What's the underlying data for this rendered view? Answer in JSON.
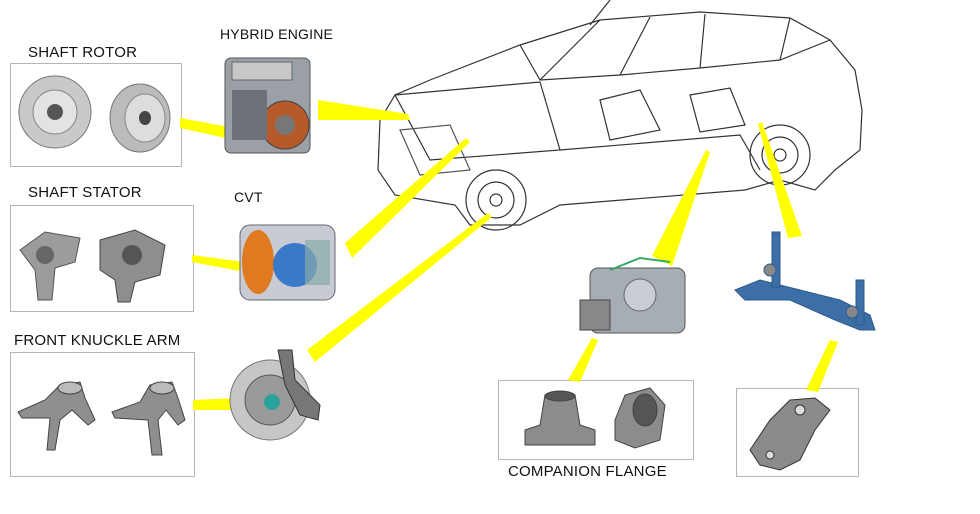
{
  "labels": {
    "shaft_rotor": "SHAFT ROTOR",
    "hybrid_engine": "HYBRID ENGINE",
    "shaft_stator": "SHAFT STATOR",
    "cvt": "CVT",
    "front_knuckle_arm": "FRONT KNUCKLE ARM",
    "companion_flange": "COMPANION FLANGE"
  },
  "colors": {
    "callout": "#ffff00",
    "box_border": "#b5b5b5",
    "part_metal": "#9a9a9a",
    "cvt_orange": "#e07a20",
    "cvt_blue": "#3a78c8",
    "axle_blue": "#3c6fa8"
  }
}
